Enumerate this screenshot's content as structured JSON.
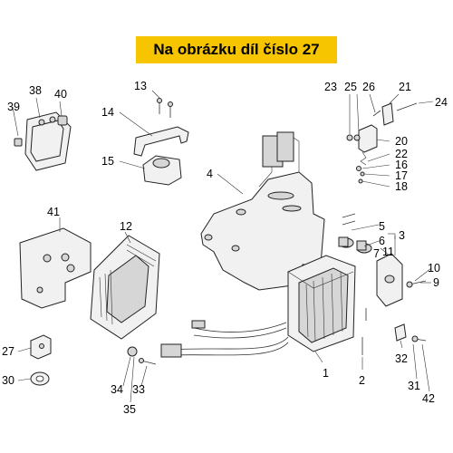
{
  "banner": {
    "text": "Na obrázku díl číslo 27",
    "color": "#f6c500"
  },
  "labels": {
    "l1": "1",
    "l2": "2",
    "l3": "3",
    "l4": "4",
    "l5": "5",
    "l6": "6",
    "l7": "7",
    "l9": "9",
    "l10": "10",
    "l11": "11",
    "l12": "12",
    "l13": "13",
    "l14": "14",
    "l15": "15",
    "l16": "16",
    "l17": "17",
    "l18": "18",
    "l20": "20",
    "l21": "21",
    "l22": "22",
    "l23": "23",
    "l24": "24",
    "l25": "25",
    "l26": "26",
    "l27": "27",
    "l30": "30",
    "l31": "31",
    "l32": "32",
    "l33": "33",
    "l34": "34",
    "l35": "35",
    "l38": "38",
    "l39": "39",
    "l40": "40",
    "l41": "41",
    "l42": "42"
  }
}
